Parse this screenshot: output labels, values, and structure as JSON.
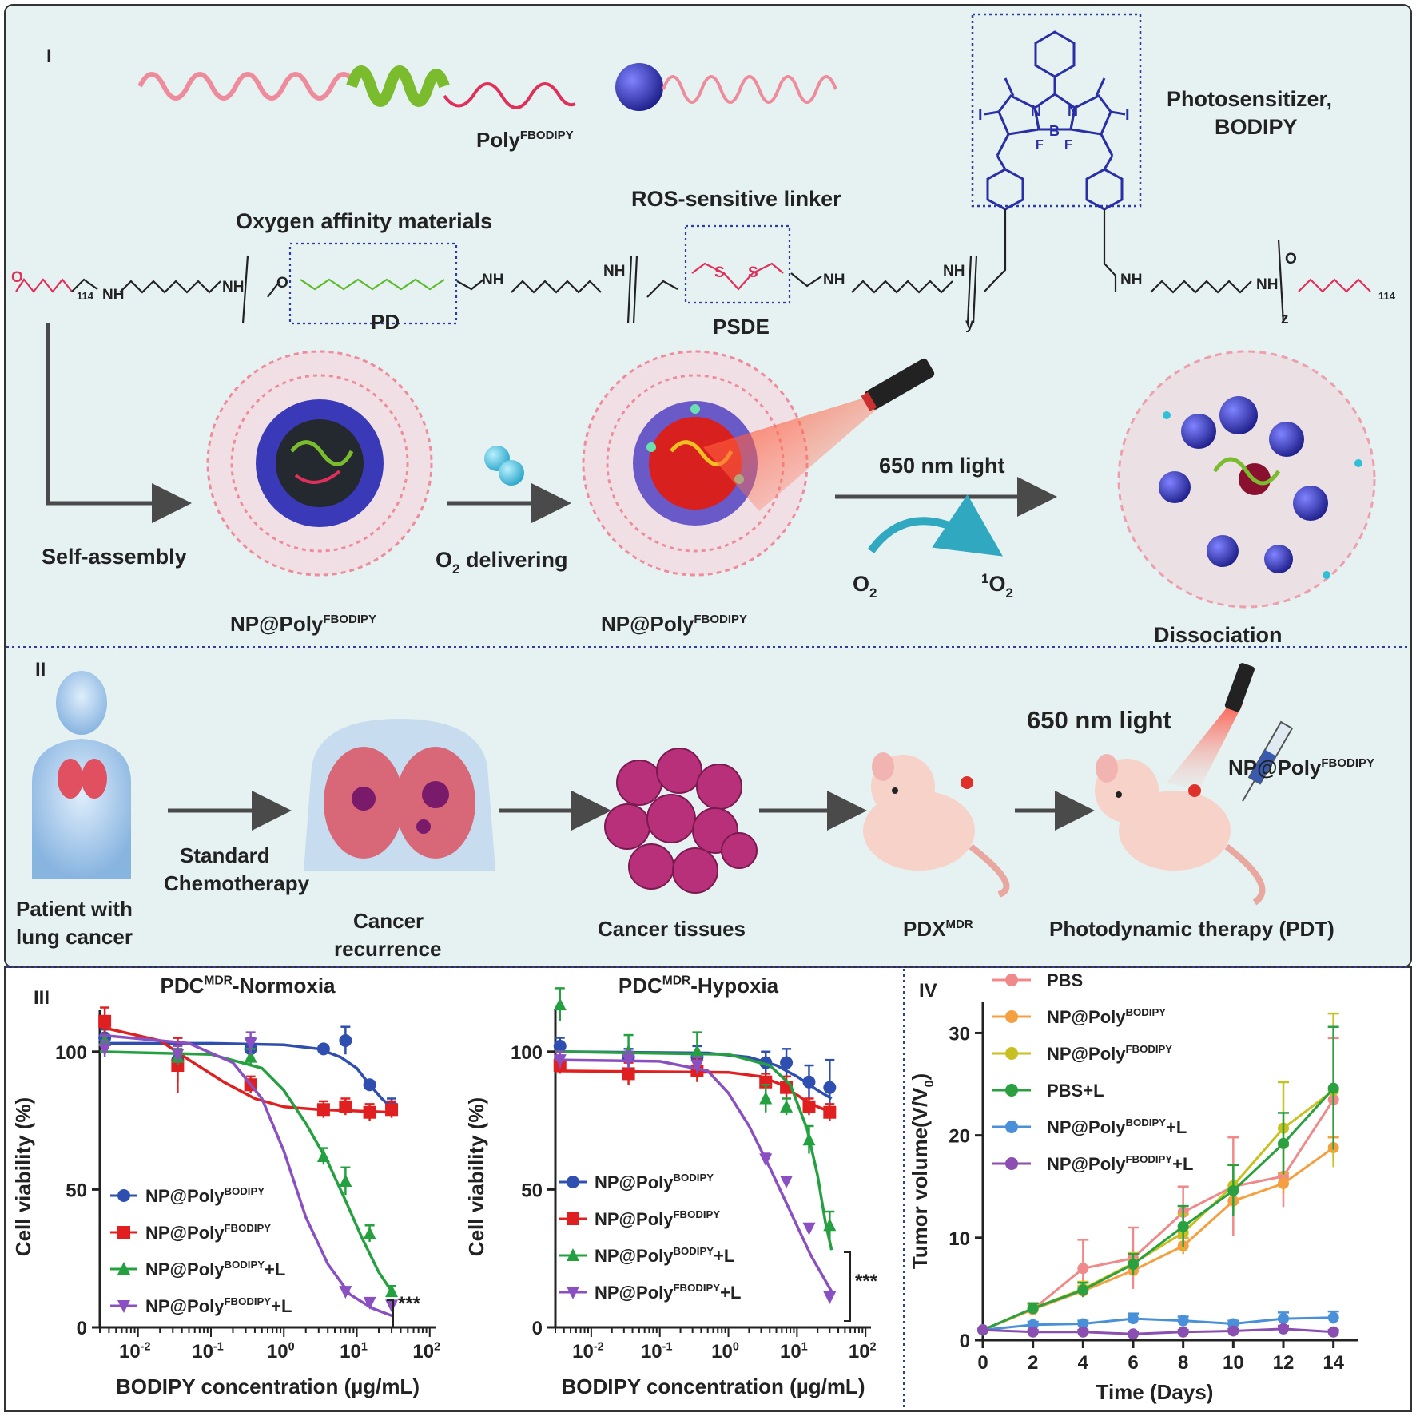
{
  "colors": {
    "panel_bg": "#e6f1f2",
    "divider": "#2f3c9a",
    "polymer_pink": "#ef8c9c",
    "polymer_green": "#7bbb2e",
    "bead_blue": "#3a3ab8",
    "fluoro_green": "#5dbb2c",
    "linker_red": "#e0305a",
    "chem_black": "#222222",
    "bodipy_blue": "#2b2fa6",
    "arrow_grey": "#4a4a4a",
    "tissue_magenta": "#b8307a",
    "mouse_skin": "#f6d2c8",
    "series_blue": "#2f4fb0",
    "series_red": "#e02020",
    "series_green": "#25a040",
    "series_purple": "#8a4fc0",
    "iv_pbs": "#f08a8a",
    "iv_np_bodipy": "#f5a040",
    "iv_np_fbodipy": "#c8c020",
    "iv_pbs_l": "#2aa040",
    "iv_np_bodipy_l": "#4a90d8",
    "iv_np_fbodipy_l": "#8a4fb0"
  },
  "section_I": {
    "label": "I",
    "poly_name_main": "Poly",
    "poly_name_sup": "FBODIPY",
    "photosensitizer_line1": "Photosensitizer,",
    "photosensitizer_line2": "BODIPY",
    "ros_linker_label": "ROS-sensitive linker",
    "oxygen_affinity_label": "Oxygen affinity materials",
    "pd_label": "PD",
    "psde_label": "PSDE",
    "peg_subscript_left": "114",
    "peg_subscript_right": "114",
    "nh": "NH",
    "o": "O",
    "s": "S",
    "f": "F",
    "i": "I",
    "n": "N",
    "b": "B",
    "y": "y",
    "z": "z",
    "self_assembly": "Self-assembly",
    "o2_delivering_main": "O",
    "o2_delivering_sub": "2",
    "o2_delivering_rest": " delivering",
    "np_label_main": "NP@Poly",
    "np_label_sup": "FBODIPY",
    "light_label": "650 nm light",
    "o2_left_main": "O",
    "o2_left_sub": "2",
    "singlet_sup": "1",
    "singlet_main": "O",
    "singlet_sub": "2",
    "dissociation": "Dissociation"
  },
  "section_II": {
    "label": "II",
    "patient_line1": "Patient with",
    "patient_line2": "lung cancer",
    "chemo_line1": "Standard",
    "chemo_line2": "Chemotherapy",
    "recurrence_line1": "Cancer",
    "recurrence_line2": "recurrence",
    "tissues": "Cancer tissues",
    "pdx_main": "PDX",
    "pdx_sup": "MDR",
    "light_label": "650 nm light",
    "np_main": "NP@Poly",
    "np_sup": "FBODIPY",
    "pdt": "Photodynamic therapy (PDT)"
  },
  "section_III": {
    "label": "III",
    "stars": "***",
    "ylabel": "Cell viability (%)",
    "xlabel": "BODIPY concentration (µg/mL)",
    "x_tick_labels": [
      {
        "base": "10",
        "exp": "-2"
      },
      {
        "base": "10",
        "exp": "-1"
      },
      {
        "base": "10",
        "exp": "0"
      },
      {
        "base": "10",
        "exp": "1"
      },
      {
        "base": "10",
        "exp": "2"
      }
    ],
    "y_tick_labels": [
      "0",
      "50",
      "100"
    ]
  },
  "section_IV": {
    "label": "IV"
  },
  "chart_data": [
    {
      "type": "scatter",
      "title_main": "PDC",
      "title_sup": "MDR",
      "title_rest": "-Normoxia",
      "xlabel": "BODIPY concentration (µg/mL)",
      "ylabel": "Cell viability (%)",
      "x_scale": "log",
      "xlim": [
        0.003,
        120
      ],
      "ylim": [
        0,
        115
      ],
      "series": [
        {
          "name_main": "NP@Poly",
          "name_sup": "BODIPY",
          "name_rest": "",
          "marker": "circle",
          "color": "#2f4fb0",
          "points": [
            [
              0.0035,
              105,
              3
            ],
            [
              0.035,
              97,
              8
            ],
            [
              0.35,
              101,
              4
            ],
            [
              3.5,
              101,
              0
            ],
            [
              7,
              104,
              5
            ],
            [
              15,
              88,
              0
            ],
            [
              30,
              80,
              3
            ]
          ],
          "curve": [
            [
              0.003,
              103
            ],
            [
              0.1,
              103
            ],
            [
              1,
              102.5
            ],
            [
              3,
              101
            ],
            [
              6,
              98
            ],
            [
              10,
              94
            ],
            [
              15,
              88
            ],
            [
              22,
              83
            ],
            [
              32,
              79
            ]
          ]
        },
        {
          "name_main": "NP@Poly",
          "name_sup": "FBODIPY",
          "name_rest": "",
          "marker": "square",
          "color": "#e02020",
          "points": [
            [
              0.0035,
              111,
              5
            ],
            [
              0.035,
              95,
              10
            ],
            [
              0.35,
              88,
              3
            ],
            [
              3.5,
              79,
              3
            ],
            [
              7,
              80,
              3
            ],
            [
              15,
              78,
              3
            ],
            [
              30,
              79,
              3
            ]
          ],
          "curve": [
            [
              0.003,
              109
            ],
            [
              0.02,
              104
            ],
            [
              0.05,
              97
            ],
            [
              0.15,
              89
            ],
            [
              0.4,
              83
            ],
            [
              1,
              80
            ],
            [
              3,
              79
            ],
            [
              32,
              78
            ]
          ]
        },
        {
          "name_main": "NP@Poly",
          "name_sup": "BODIPY",
          "name_rest": "+L",
          "marker": "triangle-up",
          "color": "#25a040",
          "points": [
            [
              0.0035,
              104,
              2
            ],
            [
              0.035,
              98,
              3
            ],
            [
              0.35,
              98,
              3
            ],
            [
              3.5,
              62,
              3
            ],
            [
              7,
              53,
              5
            ],
            [
              15,
              34,
              3
            ],
            [
              30,
              13,
              2
            ]
          ],
          "curve": [
            [
              0.003,
              100
            ],
            [
              0.1,
              99
            ],
            [
              0.5,
              94
            ],
            [
              1,
              86
            ],
            [
              2,
              74
            ],
            [
              4,
              60
            ],
            [
              7,
              46
            ],
            [
              12,
              32
            ],
            [
              20,
              20
            ],
            [
              32,
              12
            ]
          ]
        },
        {
          "name_main": "NP@Poly",
          "name_sup": "FBODIPY",
          "name_rest": "+L",
          "marker": "triangle-down",
          "color": "#8a4fc0",
          "points": [
            [
              0.0035,
              101,
              3
            ],
            [
              0.035,
              99,
              3
            ],
            [
              0.35,
              103,
              4
            ],
            [
              7,
              13,
              0
            ],
            [
              15,
              9,
              0
            ],
            [
              30,
              8,
              0
            ]
          ],
          "curve": [
            [
              0.003,
              106
            ],
            [
              0.05,
              103
            ],
            [
              0.2,
              96
            ],
            [
              0.5,
              83
            ],
            [
              1,
              64
            ],
            [
              2,
              40
            ],
            [
              4,
              23
            ],
            [
              8,
              12
            ],
            [
              16,
              7
            ],
            [
              32,
              4
            ]
          ]
        }
      ]
    },
    {
      "type": "scatter",
      "title_main": "PDC",
      "title_sup": "MDR",
      "title_rest": "-Hypoxia",
      "xlabel": "BODIPY concentration (µg/mL)",
      "ylabel": "Cell viability (%)",
      "x_scale": "log",
      "xlim": [
        0.003,
        120
      ],
      "ylim": [
        0,
        115
      ],
      "series": [
        {
          "name_main": "NP@Poly",
          "name_sup": "BODIPY",
          "name_rest": "",
          "marker": "circle",
          "color": "#2f4fb0",
          "points": [
            [
              0.0035,
              102,
              3
            ],
            [
              0.035,
              98,
              3
            ],
            [
              0.35,
              98,
              4
            ],
            [
              3.5,
              96,
              4
            ],
            [
              7,
              96,
              5
            ],
            [
              15,
              89,
              6
            ],
            [
              30,
              87,
              10
            ]
          ],
          "curve": [
            [
              0.003,
              100
            ],
            [
              0.5,
              99.5
            ],
            [
              2,
              98
            ],
            [
              5,
              95
            ],
            [
              10,
              91
            ],
            [
              20,
              86
            ],
            [
              32,
              83
            ]
          ]
        },
        {
          "name_main": "NP@Poly",
          "name_sup": "FBODIPY",
          "name_rest": "",
          "marker": "square",
          "color": "#e02020",
          "points": [
            [
              0.0035,
              95,
              3
            ],
            [
              0.035,
              92,
              4
            ],
            [
              0.35,
              93,
              4
            ],
            [
              3.5,
              89,
              3
            ],
            [
              7,
              87,
              4
            ],
            [
              15,
              80,
              3
            ],
            [
              30,
              78,
              3
            ]
          ],
          "curve": [
            [
              0.003,
              93
            ],
            [
              1,
              92.5
            ],
            [
              3,
              91
            ],
            [
              6,
              88
            ],
            [
              12,
              83
            ],
            [
              20,
              80
            ],
            [
              32,
              78
            ]
          ]
        },
        {
          "name_main": "NP@Poly",
          "name_sup": "BODIPY",
          "name_rest": "+L",
          "marker": "triangle-up",
          "color": "#25a040",
          "points": [
            [
              0.0035,
              117,
              6
            ],
            [
              0.035,
              100,
              6
            ],
            [
              0.35,
              100,
              7
            ],
            [
              3.5,
              83,
              5
            ],
            [
              7,
              80,
              3
            ],
            [
              15,
              68,
              5
            ],
            [
              30,
              37,
              5
            ]
          ],
          "curve": [
            [
              0.003,
              100
            ],
            [
              1,
              99
            ],
            [
              4,
              95
            ],
            [
              8,
              88
            ],
            [
              14,
              72
            ],
            [
              20,
              55
            ],
            [
              26,
              38
            ],
            [
              32,
              28
            ]
          ]
        },
        {
          "name_main": "NP@Poly",
          "name_sup": "FBODIPY",
          "name_rest": "+L",
          "marker": "triangle-down",
          "color": "#8a4fc0",
          "points": [
            [
              0.0035,
              97,
              3
            ],
            [
              0.035,
              97,
              3
            ],
            [
              0.35,
              95,
              3
            ],
            [
              3.5,
              61,
              2
            ],
            [
              7,
              53,
              0
            ],
            [
              15,
              36,
              0
            ],
            [
              30,
              11,
              0
            ]
          ],
          "curve": [
            [
              0.003,
              97
            ],
            [
              0.1,
              96.5
            ],
            [
              0.5,
              93
            ],
            [
              1,
              85
            ],
            [
              2,
              73
            ],
            [
              4,
              58
            ],
            [
              8,
              42
            ],
            [
              16,
              26
            ],
            [
              32,
              13
            ]
          ]
        }
      ]
    },
    {
      "type": "line",
      "xlabel": "Time (Days)",
      "ylabel_main": "Tumor volume(V/V",
      "ylabel_sub": "0",
      "ylabel_end": ")",
      "xlim": [
        0,
        15
      ],
      "ylim": [
        0,
        33
      ],
      "x_ticks": [
        0,
        2,
        4,
        6,
        8,
        10,
        12,
        14
      ],
      "y_ticks": [
        0,
        10,
        20,
        30
      ],
      "series": [
        {
          "name_main": "PBS",
          "name_sup": "",
          "name_rest": "",
          "color": "#f08a8a",
          "values": [
            1,
            3,
            7,
            8,
            12.5,
            15,
            16,
            23.5
          ],
          "err": [
            0,
            0.5,
            2.8,
            3,
            2.5,
            4.8,
            3,
            6
          ]
        },
        {
          "name_main": "NP@Poly",
          "name_sup": "BODIPY",
          "name_rest": "",
          "color": "#f5a040",
          "values": [
            1,
            3,
            4.8,
            6.8,
            9.2,
            13.6,
            15.3,
            18.8
          ],
          "err": [
            0,
            0.5,
            0.5,
            0.5,
            0.8,
            1,
            1,
            1
          ]
        },
        {
          "name_main": "NP@Poly",
          "name_sup": "FBODIPY",
          "name_rest": "",
          "color": "#c8c020",
          "values": [
            1,
            3.1,
            5,
            7.5,
            10.5,
            15.1,
            20.7,
            24.4
          ],
          "err": [
            0,
            0.5,
            0.7,
            1,
            1.8,
            2,
            4.5,
            7.5
          ]
        },
        {
          "name_main": "PBS+L",
          "name_sup": "",
          "name_rest": "",
          "color": "#2aa040",
          "values": [
            1,
            3.1,
            4.9,
            7.4,
            11.1,
            14.6,
            19.2,
            24.6
          ],
          "err": [
            0,
            0.5,
            0.7,
            1,
            2,
            2.5,
            3,
            6
          ]
        },
        {
          "name_main": "NP@Poly",
          "name_sup": "BODIPY",
          "name_rest": "+L",
          "color": "#4a90d8",
          "values": [
            1,
            1.5,
            1.6,
            2.1,
            1.9,
            1.6,
            2.1,
            2.2
          ],
          "err": [
            0,
            0.3,
            0.3,
            0.5,
            0.4,
            0.3,
            0.6,
            0.6
          ]
        },
        {
          "name_main": "NP@Poly",
          "name_sup": "FBODIPY",
          "name_rest": "+L",
          "color": "#8a4fb0",
          "values": [
            1,
            0.8,
            0.8,
            0.6,
            0.8,
            0.9,
            1.1,
            0.8
          ],
          "err": [
            0,
            0.2,
            0.2,
            0.2,
            0.2,
            0.2,
            0.3,
            0.2
          ]
        }
      ]
    }
  ]
}
